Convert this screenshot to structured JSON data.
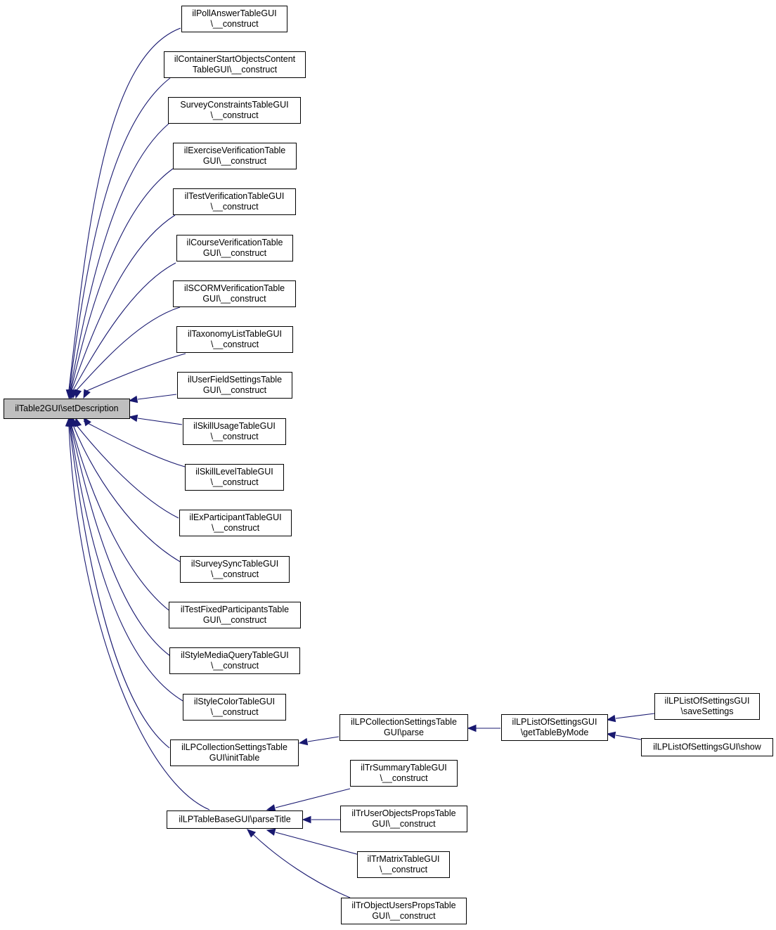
{
  "diagram": {
    "nodes": [
      {
        "id": "root",
        "lines": [
          "ilTable2GUI\\setDescription"
        ]
      },
      {
        "id": "n1",
        "lines": [
          "ilPollAnswerTableGUI",
          "\\__construct"
        ]
      },
      {
        "id": "n2",
        "lines": [
          "ilContainerStartObjectsContent",
          "TableGUI\\__construct"
        ]
      },
      {
        "id": "n3",
        "lines": [
          "SurveyConstraintsTableGUI",
          "\\__construct"
        ]
      },
      {
        "id": "n4",
        "lines": [
          "ilExerciseVerificationTable",
          "GUI\\__construct"
        ]
      },
      {
        "id": "n5",
        "lines": [
          "ilTestVerificationTableGUI",
          "\\__construct"
        ]
      },
      {
        "id": "n6",
        "lines": [
          "ilCourseVerificationTable",
          "GUI\\__construct"
        ]
      },
      {
        "id": "n7",
        "lines": [
          "ilSCORMVerificationTable",
          "GUI\\__construct"
        ]
      },
      {
        "id": "n8",
        "lines": [
          "ilTaxonomyListTableGUI",
          "\\__construct"
        ]
      },
      {
        "id": "n9",
        "lines": [
          "ilUserFieldSettingsTable",
          "GUI\\__construct"
        ]
      },
      {
        "id": "n10",
        "lines": [
          "ilSkillUsageTableGUI",
          "\\__construct"
        ]
      },
      {
        "id": "n11",
        "lines": [
          "ilSkillLevelTableGUI",
          "\\__construct"
        ]
      },
      {
        "id": "n12",
        "lines": [
          "ilExParticipantTableGUI",
          "\\__construct"
        ]
      },
      {
        "id": "n13",
        "lines": [
          "ilSurveySyncTableGUI",
          "\\__construct"
        ]
      },
      {
        "id": "n14",
        "lines": [
          "ilTestFixedParticipantsTable",
          "GUI\\__construct"
        ]
      },
      {
        "id": "n15",
        "lines": [
          "ilStyleMediaQueryTableGUI",
          "\\__construct"
        ]
      },
      {
        "id": "n16",
        "lines": [
          "ilStyleColorTableGUI",
          "\\__construct"
        ]
      },
      {
        "id": "n17",
        "lines": [
          "ilLPCollectionSettingsTable",
          "GUI\\initTable"
        ]
      },
      {
        "id": "n18",
        "lines": [
          "ilLPTableBaseGUI\\parseTitle"
        ]
      },
      {
        "id": "p1",
        "lines": [
          "ilLPCollectionSettingsTable",
          "GUI\\parse"
        ]
      },
      {
        "id": "p2",
        "lines": [
          "ilLPListOfSettingsGUI",
          "\\getTableByMode"
        ]
      },
      {
        "id": "p3",
        "lines": [
          "ilLPListOfSettingsGUI",
          "\\saveSettings"
        ]
      },
      {
        "id": "p4",
        "lines": [
          "ilLPListOfSettingsGUI\\show"
        ]
      },
      {
        "id": "t1",
        "lines": [
          "ilTrSummaryTableGUI",
          "\\__construct"
        ]
      },
      {
        "id": "t2",
        "lines": [
          "ilTrUserObjectsPropsTable",
          "GUI\\__construct"
        ]
      },
      {
        "id": "t3",
        "lines": [
          "ilTrMatrixTableGUI",
          "\\__construct"
        ]
      },
      {
        "id": "t4",
        "lines": [
          "ilTrObjectUsersPropsTable",
          "GUI\\__construct"
        ]
      }
    ],
    "edges": [
      {
        "from": "n1",
        "to": "root"
      },
      {
        "from": "n2",
        "to": "root"
      },
      {
        "from": "n3",
        "to": "root"
      },
      {
        "from": "n4",
        "to": "root"
      },
      {
        "from": "n5",
        "to": "root"
      },
      {
        "from": "n6",
        "to": "root"
      },
      {
        "from": "n7",
        "to": "root"
      },
      {
        "from": "n8",
        "to": "root"
      },
      {
        "from": "n9",
        "to": "root"
      },
      {
        "from": "n10",
        "to": "root"
      },
      {
        "from": "n11",
        "to": "root"
      },
      {
        "from": "n12",
        "to": "root"
      },
      {
        "from": "n13",
        "to": "root"
      },
      {
        "from": "n14",
        "to": "root"
      },
      {
        "from": "n15",
        "to": "root"
      },
      {
        "from": "n16",
        "to": "root"
      },
      {
        "from": "n17",
        "to": "root"
      },
      {
        "from": "n18",
        "to": "root"
      },
      {
        "from": "p1",
        "to": "n17"
      },
      {
        "from": "p2",
        "to": "p1"
      },
      {
        "from": "p3",
        "to": "p2"
      },
      {
        "from": "p4",
        "to": "p2"
      },
      {
        "from": "t1",
        "to": "n18"
      },
      {
        "from": "t2",
        "to": "n18"
      },
      {
        "from": "t3",
        "to": "n18"
      },
      {
        "from": "t4",
        "to": "n18"
      }
    ],
    "colors": {
      "edge": "#191970",
      "root_fill": "#bfbfbf",
      "node_fill": "#ffffff",
      "border": "#000000"
    }
  }
}
